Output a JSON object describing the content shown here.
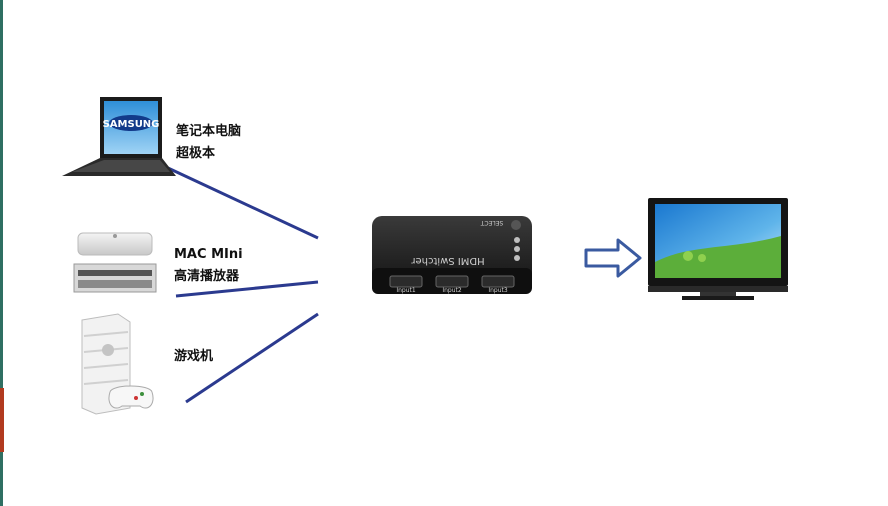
{
  "sources": {
    "laptop": {
      "brand": "SAMSUNG",
      "label_line1": "笔记本电脑",
      "label_line2": "超极本"
    },
    "mini": {
      "label_line1": "MAC MIni",
      "label_line2": "高清播放器"
    },
    "console": {
      "label_line1": "游戏机"
    }
  },
  "switcher": {
    "title": "HDMI Switcher",
    "select_label": "SELECT",
    "inputs": [
      "Input1",
      "Input2",
      "Input3"
    ]
  },
  "colors": {
    "connector_line": "#2b3a8f",
    "arrow": "#3a5aa0",
    "switcher_body": "#1c1c1c"
  },
  "icons": [
    "laptop-icon",
    "mac-mini-icon",
    "media-player-icon",
    "game-console-icon",
    "gamepad-icon",
    "hdmi-switcher-icon",
    "arrow-right-icon",
    "tv-icon"
  ]
}
